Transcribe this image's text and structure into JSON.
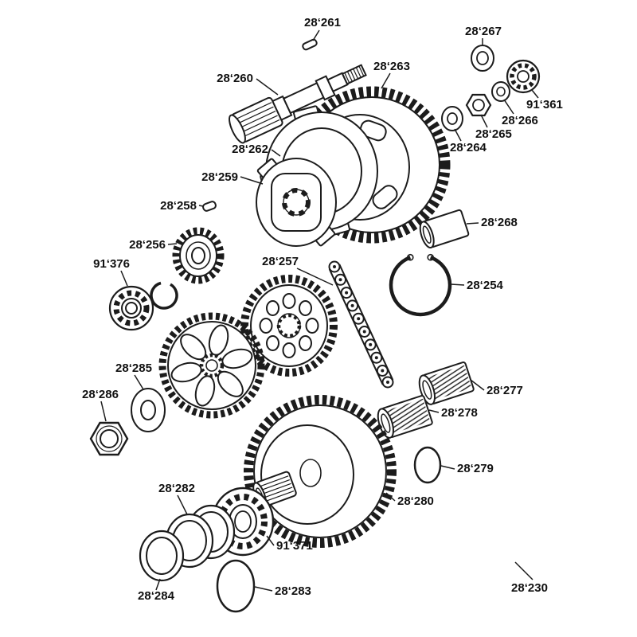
{
  "diagram": {
    "background_color": "#ffffff",
    "line_color": "#1c1c1c",
    "label_color": "#111111",
    "labels": [
      {
        "text": "28‘261"
      },
      {
        "text": "28‘260"
      },
      {
        "text": "28‘263"
      },
      {
        "text": "28‘267"
      },
      {
        "text": "91‘361"
      },
      {
        "text": "28‘266"
      },
      {
        "text": "28‘265"
      },
      {
        "text": "28‘264"
      },
      {
        "text": "28‘262"
      },
      {
        "text": "28‘259"
      },
      {
        "text": "28‘258"
      },
      {
        "text": "28‘268"
      },
      {
        "text": "28‘256"
      },
      {
        "text": "91‘376"
      },
      {
        "text": "28‘257"
      },
      {
        "text": "28‘254"
      },
      {
        "text": "28‘285"
      },
      {
        "text": "28‘286"
      },
      {
        "text": "28‘277"
      },
      {
        "text": "28‘278"
      },
      {
        "text": "28‘279"
      },
      {
        "text": "28‘280"
      },
      {
        "text": "28‘282"
      },
      {
        "text": "91‘371"
      },
      {
        "text": "28‘283"
      },
      {
        "text": "28‘284"
      },
      {
        "text": "28‘230"
      }
    ]
  }
}
